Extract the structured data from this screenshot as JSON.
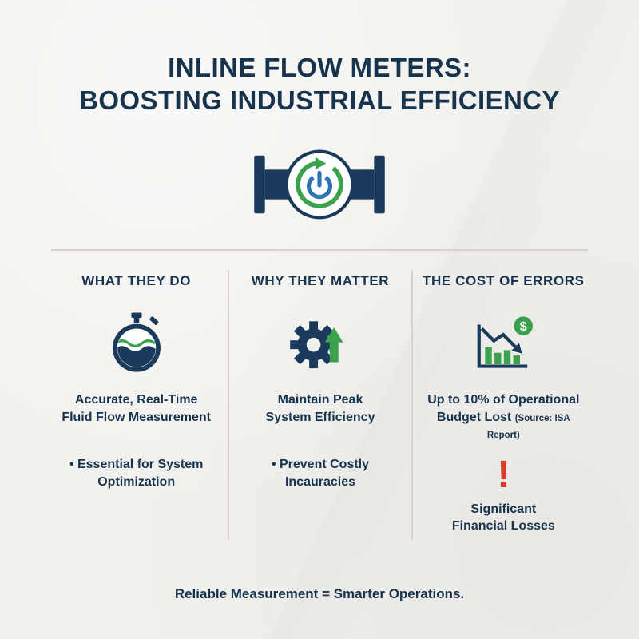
{
  "title": {
    "line1": "INLINE FLOW METERS:",
    "line2": "BOOSTING INDUSTRIAL EFFICIENCY"
  },
  "hero_icon": "flow-meter-icon",
  "colors": {
    "navy": "#1a3a5c",
    "green": "#3aa24c",
    "blue": "#2e74b5",
    "red": "#e03a2a",
    "background": "#f2f0ec",
    "divider": "#d6d3cc"
  },
  "columns": [
    {
      "heading": "WHAT THEY DO",
      "icon": "stopwatch-icon",
      "main_lines": [
        "Accurate, Real-Time",
        "Fluid Flow Measurement"
      ],
      "bullet_lines": [
        "• Essential for System",
        "Optimization"
      ]
    },
    {
      "heading": "WHY THEY MATTER",
      "icon": "gear-efficiency-icon",
      "main_lines": [
        "Maintain Peak",
        "System Efficiency"
      ],
      "bullet_lines": [
        "• Prevent Costly",
        "Incauracies"
      ]
    },
    {
      "heading": "THE COST OF ERRORS",
      "icon": "loss-chart-icon",
      "main_lines": [
        "Up to 10% of Operational",
        "Budget Lost"
      ],
      "source_note": "(Source: ISA Report)",
      "dollar_sign": "$",
      "warning_mark": "!",
      "warning_lines": [
        "Significant",
        "Financial Losses"
      ]
    }
  ],
  "footer": "Reliable Measurement = Smarter Operations."
}
